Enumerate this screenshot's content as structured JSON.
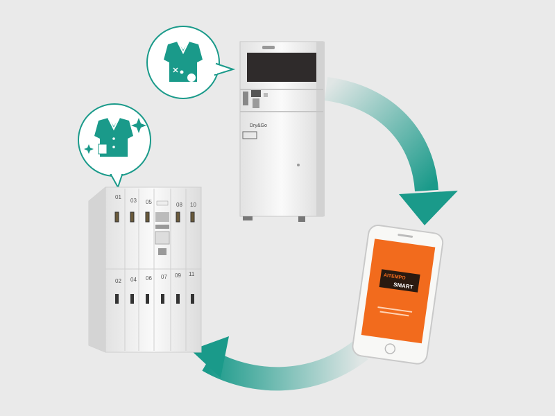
{
  "colors": {
    "background": "#eaeaea",
    "accent_teal": "#1a9a8a",
    "phone_screen": "#f26b1d",
    "machine_body": "#f4f4f4"
  },
  "locker_numbers": {
    "top_row": [
      "01",
      "03",
      "05",
      "08",
      "10"
    ],
    "bottom_row": [
      "02",
      "04",
      "06",
      "07",
      "09",
      "11"
    ]
  },
  "machine": {
    "logo_text": "Dry&Go"
  },
  "phone": {
    "app_logo_line1": "AITEMPO",
    "app_logo_line2": "SMART"
  },
  "icons": {
    "dirty_shirt": "dirty-shirt-icon",
    "clean_shirt": "clean-shirt-icon",
    "flow_arrow": "cycle-arrow-icon"
  }
}
